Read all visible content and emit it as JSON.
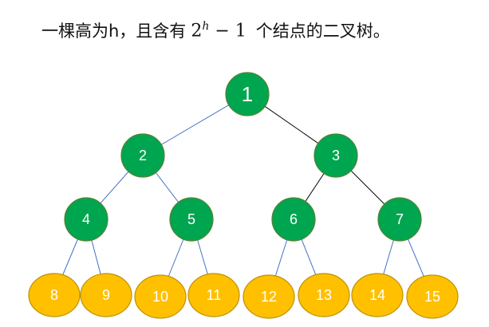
{
  "heading": {
    "prefix": "一棵高为h，且含有",
    "formula_base": "2",
    "formula_exp": "h",
    "formula_tail": "− 1",
    "suffix": "个结点的二叉树。"
  },
  "colors": {
    "inner_fill": "#00a550",
    "inner_stroke": "#548235",
    "leaf_fill": "#ffc000",
    "leaf_stroke": "#bf9000",
    "blue_edge": "#4472c4",
    "black_edge": "#000000",
    "label": "#ffffff"
  },
  "nodes": [
    {
      "id": "1",
      "label": "1",
      "type": "inner"
    },
    {
      "id": "2",
      "label": "2",
      "type": "inner"
    },
    {
      "id": "3",
      "label": "3",
      "type": "inner"
    },
    {
      "id": "4",
      "label": "4",
      "type": "inner"
    },
    {
      "id": "5",
      "label": "5",
      "type": "inner"
    },
    {
      "id": "6",
      "label": "6",
      "type": "inner"
    },
    {
      "id": "7",
      "label": "7",
      "type": "inner"
    },
    {
      "id": "8",
      "label": "8",
      "type": "leaf"
    },
    {
      "id": "9",
      "label": "9",
      "type": "leaf"
    },
    {
      "id": "10",
      "label": "10",
      "type": "leaf"
    },
    {
      "id": "11",
      "label": "11",
      "type": "leaf"
    },
    {
      "id": "12",
      "label": "12",
      "type": "leaf"
    },
    {
      "id": "13",
      "label": "13",
      "type": "leaf"
    },
    {
      "id": "14",
      "label": "14",
      "type": "leaf"
    },
    {
      "id": "15",
      "label": "15",
      "type": "leaf"
    }
  ],
  "edges": [
    {
      "from": "1",
      "to": "2",
      "color": "blue"
    },
    {
      "from": "1",
      "to": "3",
      "color": "black"
    },
    {
      "from": "2",
      "to": "4",
      "color": "blue"
    },
    {
      "from": "2",
      "to": "5",
      "color": "blue"
    },
    {
      "from": "3",
      "to": "6",
      "color": "black"
    },
    {
      "from": "3",
      "to": "7",
      "color": "black"
    },
    {
      "from": "4",
      "to": "8",
      "color": "blue"
    },
    {
      "from": "4",
      "to": "9",
      "color": "blue"
    },
    {
      "from": "5",
      "to": "10",
      "color": "blue"
    },
    {
      "from": "5",
      "to": "11",
      "color": "blue"
    },
    {
      "from": "6",
      "to": "12",
      "color": "blue"
    },
    {
      "from": "6",
      "to": "13",
      "color": "blue"
    },
    {
      "from": "7",
      "to": "14",
      "color": "blue"
    },
    {
      "from": "7",
      "to": "15",
      "color": "blue"
    }
  ]
}
